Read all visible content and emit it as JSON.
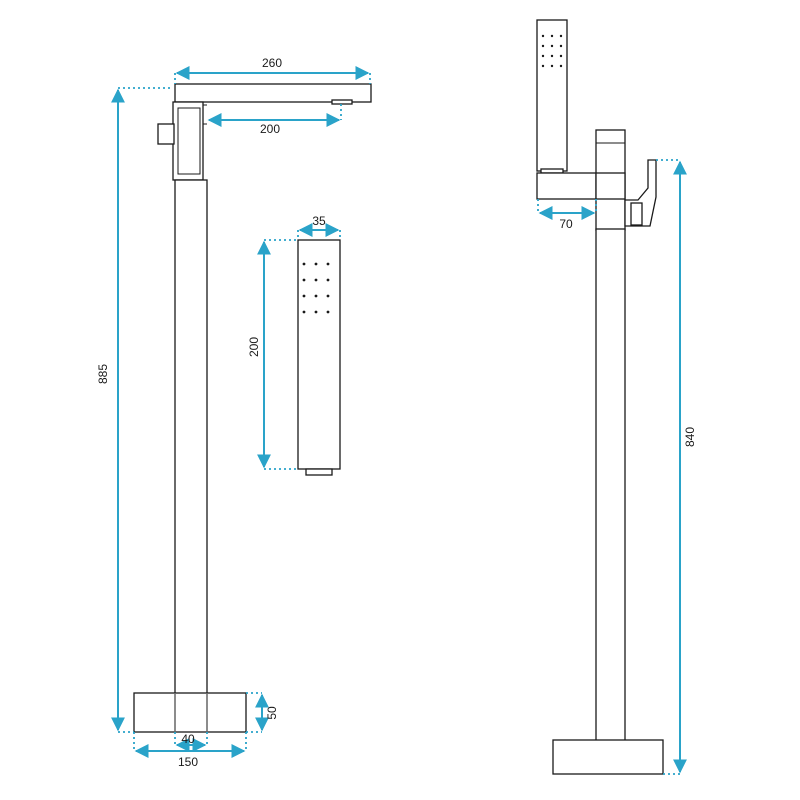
{
  "colors": {
    "dimension": "#2aa3c9",
    "outline": "#1a1a1a",
    "background": "#ffffff"
  },
  "dimensions": {
    "spout_length": "260",
    "spout_reach": "200",
    "total_height": "885",
    "hand_shower_width": "35",
    "hand_shower_length": "200",
    "base_height": "50",
    "column_width": "40",
    "base_width": "150",
    "holder_depth": "70",
    "side_height": "840"
  },
  "hand_shower_nozzle_grid": {
    "rows": 4,
    "cols": 3
  }
}
